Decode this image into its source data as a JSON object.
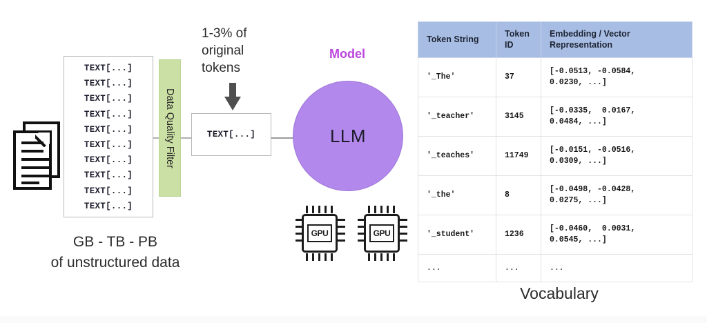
{
  "diagram": {
    "document_stack_icon": "documents-icon",
    "corpus_box": {
      "lines": [
        "TEXT[...]",
        "TEXT[...]",
        "TEXT[...]",
        "TEXT[...]",
        "TEXT[...]",
        "TEXT[...]",
        "TEXT[...]",
        "TEXT[...]",
        "TEXT[...]",
        "TEXT[...]"
      ]
    },
    "corpus_caption_line1": "GB - TB - PB",
    "corpus_caption_line2": "of unstructured data",
    "filter": {
      "label": "Data Quality Filter",
      "color": "#cbe0a4"
    },
    "tokens_note": "1-3% of original tokens",
    "filtered_box": {
      "line": "TEXT[...]"
    },
    "model": {
      "label": "Model",
      "label_color": "#bb44dd",
      "circle_label": "LLM",
      "circle_color": "#b388ec"
    },
    "hardware": {
      "chips": [
        {
          "label": "GPU"
        },
        {
          "label": "GPU"
        }
      ]
    }
  },
  "vocabulary": {
    "caption": "Vocabulary",
    "header_color": "#a8bde4",
    "columns": [
      "Token String",
      "Token\nID",
      "Embedding /\nVector Representation"
    ],
    "rows": [
      {
        "token_string": "'_The'",
        "token_id": "37",
        "embedding": "[-0.0513, -0.0584,\n0.0230, ...]"
      },
      {
        "token_string": "'_teacher'",
        "token_id": "3145",
        "embedding": "[-0.0335,  0.0167,\n0.0484, ...]"
      },
      {
        "token_string": "'_teaches'",
        "token_id": "11749",
        "embedding": "[-0.0151, -0.0516,\n0.0309, ...]"
      },
      {
        "token_string": "'_the'",
        "token_id": "8",
        "embedding": "[-0.0498, -0.0428,\n0.0275, ...]"
      },
      {
        "token_string": "'_student'",
        "token_id": "1236",
        "embedding": "[-0.0460,  0.0031,\n0.0545, ...]"
      },
      {
        "token_string": "...",
        "token_id": "...",
        "embedding": "..."
      }
    ]
  }
}
